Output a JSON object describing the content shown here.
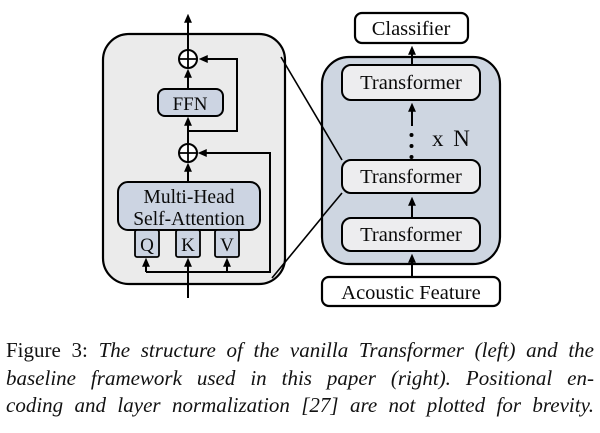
{
  "colors": {
    "left_box_fill": "#ebebeb",
    "module_fill": "#ccd4e2",
    "right_container_fill": "#ced6e1",
    "transformer_box_fill": "#ededef",
    "io_box_fill": "#ffffff",
    "line_color": "#000000"
  },
  "left_diagram": {
    "ffn_label": "FFN",
    "attention_label_line1": "Multi-Head",
    "attention_label_line2": "Self-Attention",
    "q_label": "Q",
    "k_label": "K",
    "v_label": "V"
  },
  "right_diagram": {
    "classifier_label": "Classifier",
    "transformer_labels": [
      "Transformer",
      "Transformer",
      "Transformer"
    ],
    "repeat_label": "x N",
    "input_label": "Acoustic Feature"
  },
  "caption": {
    "prefix": "Figure 3:",
    "line1_rest": "The structure of the vanilla Transformer (left) and the",
    "line2": "baseline framework used in this paper (right).  Positional en-",
    "line3": "coding and layer normalization [27] are not plotted for brevity."
  }
}
